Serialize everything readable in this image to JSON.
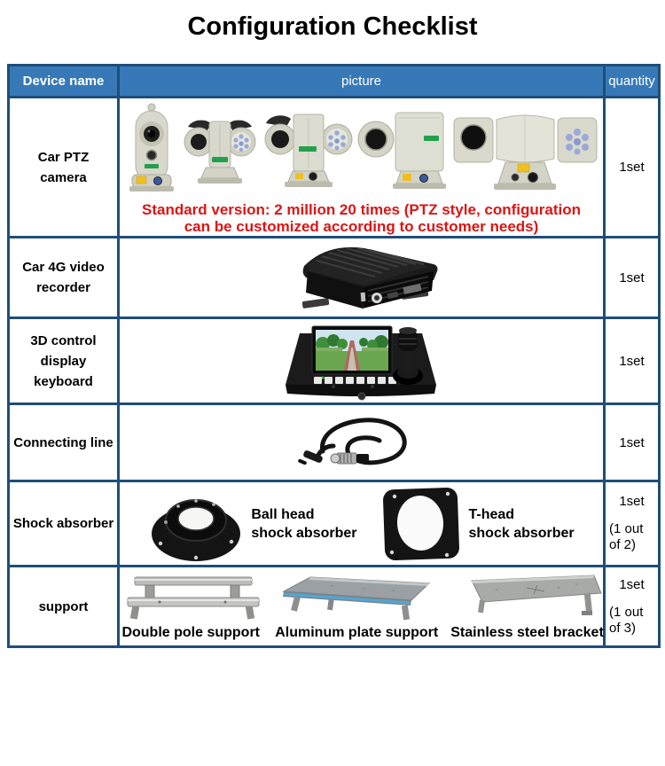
{
  "page_title": "Configuration Checklist",
  "colors": {
    "header_bg": "#3779b7",
    "table_border": "#1f4e79",
    "note_red": "#dd1414",
    "header_text": "#ffffff"
  },
  "table": {
    "header": {
      "device": "Device name",
      "picture": "picture",
      "quantity": "quantity"
    },
    "rows": [
      {
        "device_lines": [
          "Car PTZ",
          "camera"
        ],
        "image": "car-ptz-camera-models-photo",
        "note_line1": "Standard version: 2 million 20 times (PTZ style, configuration",
        "note_line2": "can be customized according to customer needs)",
        "quantity": "1set"
      },
      {
        "device_lines": [
          "Car 4G video",
          "recorder"
        ],
        "image": "car-4g-video-recorder-photo",
        "quantity": "1set"
      },
      {
        "device_lines": [
          "3D control",
          "display",
          "keyboard"
        ],
        "image": "3d-control-display-keyboard-photo",
        "quantity": "1set"
      },
      {
        "device_lines": [
          "Connecting line"
        ],
        "image": "connecting-line-photo",
        "quantity": "1set"
      },
      {
        "device_lines": [
          "Shock absorber"
        ],
        "quantity": "1set",
        "quantity_note": "(1 out of 2)",
        "items": [
          {
            "label_line1": "Ball head",
            "label_line2": "shock absorber",
            "image": "ball-head-shock-absorber-photo"
          },
          {
            "label_line1": "T-head",
            "label_line2": "shock absorber",
            "image": "t-head-shock-absorber-photo"
          }
        ]
      },
      {
        "device_lines": [
          "support"
        ],
        "quantity": "1set",
        "quantity_note": "(1 out of 3)",
        "items": [
          {
            "label": "Double pole support",
            "image": "double-pole-support-photo"
          },
          {
            "label": "Aluminum plate support",
            "image": "aluminum-plate-support-photo"
          },
          {
            "label": "Stainless steel bracket",
            "image": "stainless-steel-bracket-photo"
          }
        ]
      }
    ]
  }
}
